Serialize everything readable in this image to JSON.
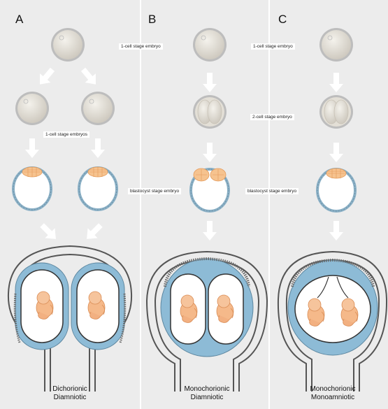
{
  "panels": [
    {
      "letter": "A",
      "caption_line1": "Dichorionic",
      "caption_line2": "Diamniotic"
    },
    {
      "letter": "B",
      "caption_line1": "Monochorionic",
      "caption_line2": "Diamniotic"
    },
    {
      "letter": "C",
      "caption_line1": "Monochorionic",
      "caption_line2": "Monoamniotic"
    }
  ],
  "labels": {
    "one_cell_embryo_ab": "1-cell stage embryo",
    "one_cell_embryo_bc": "1-cell stage embryo",
    "one_cell_embryos_a": "1-cell stage embryos",
    "two_cell_embryo_bc": "2-cell stage embryo",
    "blastocyst_ab": "blastocyst stage embryo",
    "blastocyst_bc": "blastocyst stage embryo"
  },
  "colors": {
    "panel_bg": "#ececec",
    "divider": "#ffffff",
    "chorion_blue": "#8dbbd6",
    "amnion_white": "#ffffff",
    "fetus_orange": "#f5b98a",
    "cell_fill": "#dcd8cf",
    "arrow_white": "#ffffff"
  }
}
